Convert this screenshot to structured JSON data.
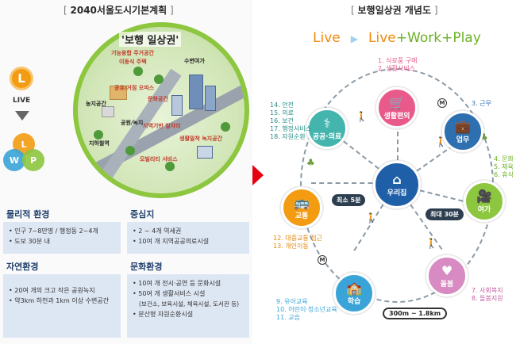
{
  "left": {
    "title": "2040서울도시기본계획",
    "city_title": "'보행 일상권'",
    "city_labels": {
      "housing": "기능융합 주거공간",
      "mixed": "이동식 주택",
      "waterfront": "수변여가",
      "public_office": "공유/거점 오피스",
      "farm": "농지공간",
      "culture": "문화공간",
      "regional": "지역기반 일자리",
      "station": "지하철역",
      "green": "생활밀착 녹지공간",
      "park": "공원/녹지",
      "mobility": "모빌리티 서비스"
    },
    "live_letter": "L",
    "live_label": "LIVE",
    "venn": {
      "l": "L",
      "w": "W",
      "p": "P"
    },
    "sections": [
      {
        "head": "물리적 환경",
        "items": [
          "인구 7~8만명 / 행정동 2~4개",
          "도보 30분 내"
        ]
      },
      {
        "head": "중심지",
        "items": [
          "2 ~ 4개 역세권",
          "10여 개 지역공공의료시설"
        ]
      },
      {
        "head": "자연환경",
        "items": [
          "20여 개의 크고 작은 공원녹지",
          "약3km 하천과 1km 이상 수변공간"
        ]
      },
      {
        "head": "문화환경",
        "items": [
          "10여 개 전시·공연 등 문화시설",
          "50여 개 생활서비스 시설"
        ],
        "sub": "(보건소, 보육시설, 체육시설, 도서관 등)",
        "last": "분산형 자원순환시설"
      }
    ]
  },
  "right": {
    "title": "보행일상권 개념도",
    "formula": {
      "live": "Live",
      "live2": "Live",
      "work": "Work",
      "play": "Play",
      "plus": "+"
    },
    "center": "우리집",
    "nodes": {
      "shopping": "생활편의",
      "work": "업무",
      "leisure": "여가",
      "care": "돌봄",
      "learning": "학습",
      "transport": "교통",
      "health": "공공·의료"
    },
    "labels": {
      "shopping": [
        "1. 식료품 구매",
        "2. 생활서비스"
      ],
      "work": [
        "3. 근무"
      ],
      "leisure": [
        "4. 문화",
        "5. 체육",
        "6. 휴식"
      ],
      "care": [
        "7. 사회복지",
        "8. 돌봄지원"
      ],
      "learning": [
        "9. 유아교육",
        "10. 어린이·청소년교육",
        "11. 교습"
      ],
      "transport": [
        "12. 대중교통 접근",
        "13. 개인이동"
      ],
      "health": [
        "14. 안전",
        "15. 의료",
        "16. 보건",
        "17. 행정서비스",
        "18. 자원순환"
      ]
    },
    "min_label": "최소 5분",
    "max_label": "최대 30분",
    "distance": "300m ~ 1.8km",
    "metro": "M"
  },
  "colors": {
    "shopping": "#e85a8a",
    "work": "#2e6fb0",
    "leisure": "#8dc63f",
    "care": "#d88ac2",
    "learning": "#3aa4d8",
    "transport": "#f39c12",
    "health": "#43b5ad",
    "center": "#1f5fa8"
  }
}
